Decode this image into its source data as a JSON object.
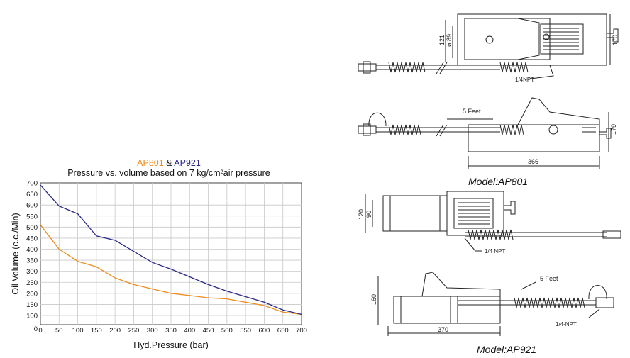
{
  "chart_data": {
    "type": "line",
    "title_parts": [
      "AP801",
      " & ",
      "AP921"
    ],
    "subtitle": "Pressure vs. volume based on 7 kg/cm²air pressure",
    "xlabel": "Hyd.Pressure (bar)",
    "ylabel": "Oil Volume (c.c./Min)",
    "x": [
      0,
      50,
      100,
      150,
      200,
      250,
      300,
      350,
      400,
      450,
      500,
      550,
      600,
      650,
      700
    ],
    "x_ticks": [
      "0",
      "50",
      "100",
      "150",
      "200",
      "250",
      "300",
      "350",
      "400",
      "450",
      "500",
      "550",
      "600",
      "650",
      "700"
    ],
    "y_ticks": [
      "0",
      "100",
      "150",
      "200",
      "250",
      "300",
      "350",
      "400",
      "450",
      "500",
      "550",
      "600",
      "650",
      "700"
    ],
    "xlim": [
      0,
      700
    ],
    "ylim": [
      100,
      700
    ],
    "grid": true,
    "series": [
      {
        "name": "AP801",
        "color": "#f08c1e",
        "values": [
          510,
          400,
          345,
          320,
          270,
          240,
          220,
          200,
          190,
          180,
          175,
          160,
          145,
          115,
          105
        ]
      },
      {
        "name": "AP921",
        "color": "#2a2a86",
        "values": [
          690,
          595,
          560,
          460,
          440,
          390,
          340,
          310,
          275,
          240,
          210,
          185,
          160,
          125,
          105
        ]
      }
    ]
  },
  "drawings": {
    "ap801_top": {
      "dim_121": "121",
      "dim_89": "ø 89",
      "dim_170": "170",
      "npt": "1/4NPT"
    },
    "ap801_side": {
      "hose": "5 Feet",
      "dim_179": "179",
      "dim_366": "366"
    },
    "ap801_caption": "Model:AP801",
    "ap921_top": {
      "dim_120": "120",
      "dim_90": "90",
      "npt": "1/4 NPT"
    },
    "ap921_side": {
      "hose": "5 Feet",
      "dim_160": "160",
      "dim_370": "370",
      "npt": "1/4-NPT"
    },
    "ap921_caption": "Model:AP921"
  }
}
